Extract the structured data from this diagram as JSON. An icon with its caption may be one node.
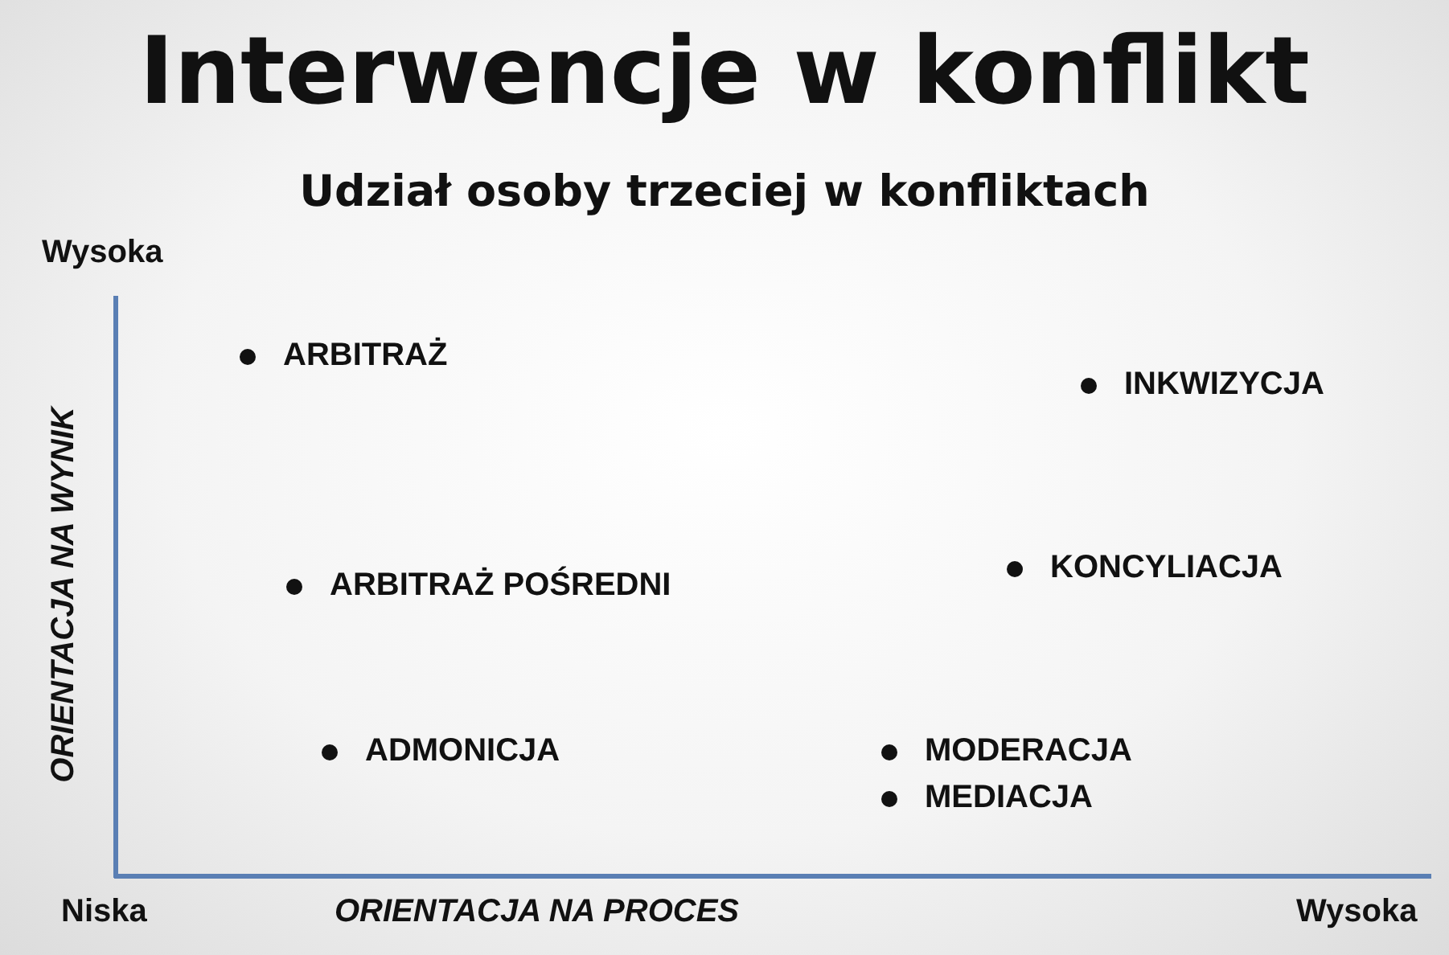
{
  "diagram": {
    "title": "Interwencje w konflikt",
    "labels": [
      "Udział osoby trzeciej w konfliktach",
      "Wysoka",
      "ARBITRAŻ",
      "INKWIZYCJA",
      "ORIENTACJA NA WYNIK",
      "ARBITRAŻ POŚREDNI",
      "KONCYLIACJA",
      "ADMONICJA",
      "MODERACJA",
      "MEDIACJA",
      "Niska",
      "ORIENTACJA NA PROCES",
      "Wysoka"
    ]
  }
}
